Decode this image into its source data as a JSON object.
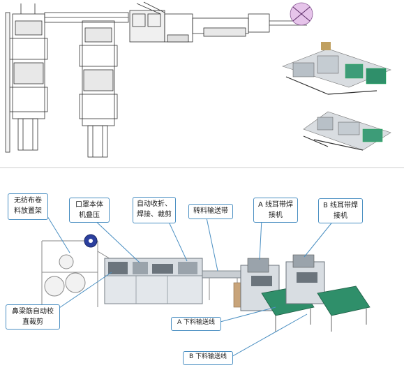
{
  "labels": {
    "roll_stand": [
      "无纺布卷",
      "料放置架"
    ],
    "mask_body": [
      "口罩本体",
      "机叠压"
    ],
    "auto_fold": [
      "自动收折、",
      "焊接、裁剪"
    ],
    "transfer_belt": [
      "转料输送带"
    ],
    "a_ear": [
      "A 线耳带焊",
      "接机"
    ],
    "b_ear": [
      "B 线耳带焊",
      "接机"
    ],
    "nose_wire": [
      "鼻梁筋自动校",
      "直裁剪"
    ],
    "a_output": [
      "A 下料输送线"
    ],
    "b_output": [
      "B 下料输送线"
    ]
  },
  "colors": {
    "label_border": "#4a8fc2",
    "leader_line": "#4a8fc2",
    "machine_body": "#d8dde2",
    "machine_dark": "#6b747c",
    "conveyor_green": "#2f8f6a",
    "roll_blue": "#2b3f9e",
    "plan_line": "#303030",
    "marker_pink": "#e6c4ea"
  }
}
